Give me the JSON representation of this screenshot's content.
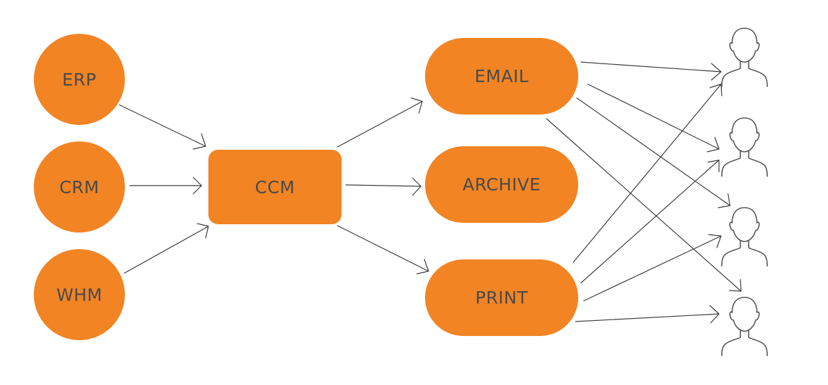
{
  "sources": [
    {
      "id": "erp",
      "label": "ERP"
    },
    {
      "id": "crm",
      "label": "CRM"
    },
    {
      "id": "whm",
      "label": "WHM"
    }
  ],
  "hub": {
    "id": "ccm",
    "label": "CCM"
  },
  "channels": [
    {
      "id": "email",
      "label": "EMAIL"
    },
    {
      "id": "archive",
      "label": "ARCHIVE"
    },
    {
      "id": "print",
      "label": "PRINT"
    }
  ],
  "recipients": [
    {
      "id": "user-1",
      "icon": "user-icon"
    },
    {
      "id": "user-2",
      "icon": "user-icon"
    },
    {
      "id": "user-3",
      "icon": "user-icon"
    },
    {
      "id": "user-4",
      "icon": "user-icon"
    }
  ],
  "colors": {
    "node_fill": "#F28424",
    "node_text": "#4a4a4a",
    "edge": "#3a3a3a",
    "icon_stroke": "#555555"
  },
  "edges": [
    {
      "from": "erp",
      "to": "ccm"
    },
    {
      "from": "crm",
      "to": "ccm"
    },
    {
      "from": "whm",
      "to": "ccm"
    },
    {
      "from": "ccm",
      "to": "email"
    },
    {
      "from": "ccm",
      "to": "archive"
    },
    {
      "from": "ccm",
      "to": "print"
    },
    {
      "from": "email",
      "to": "user-1"
    },
    {
      "from": "email",
      "to": "user-2"
    },
    {
      "from": "email",
      "to": "user-3"
    },
    {
      "from": "email",
      "to": "user-4"
    },
    {
      "from": "print",
      "to": "user-1"
    },
    {
      "from": "print",
      "to": "user-2"
    },
    {
      "from": "print",
      "to": "user-3"
    },
    {
      "from": "print",
      "to": "user-4"
    }
  ]
}
